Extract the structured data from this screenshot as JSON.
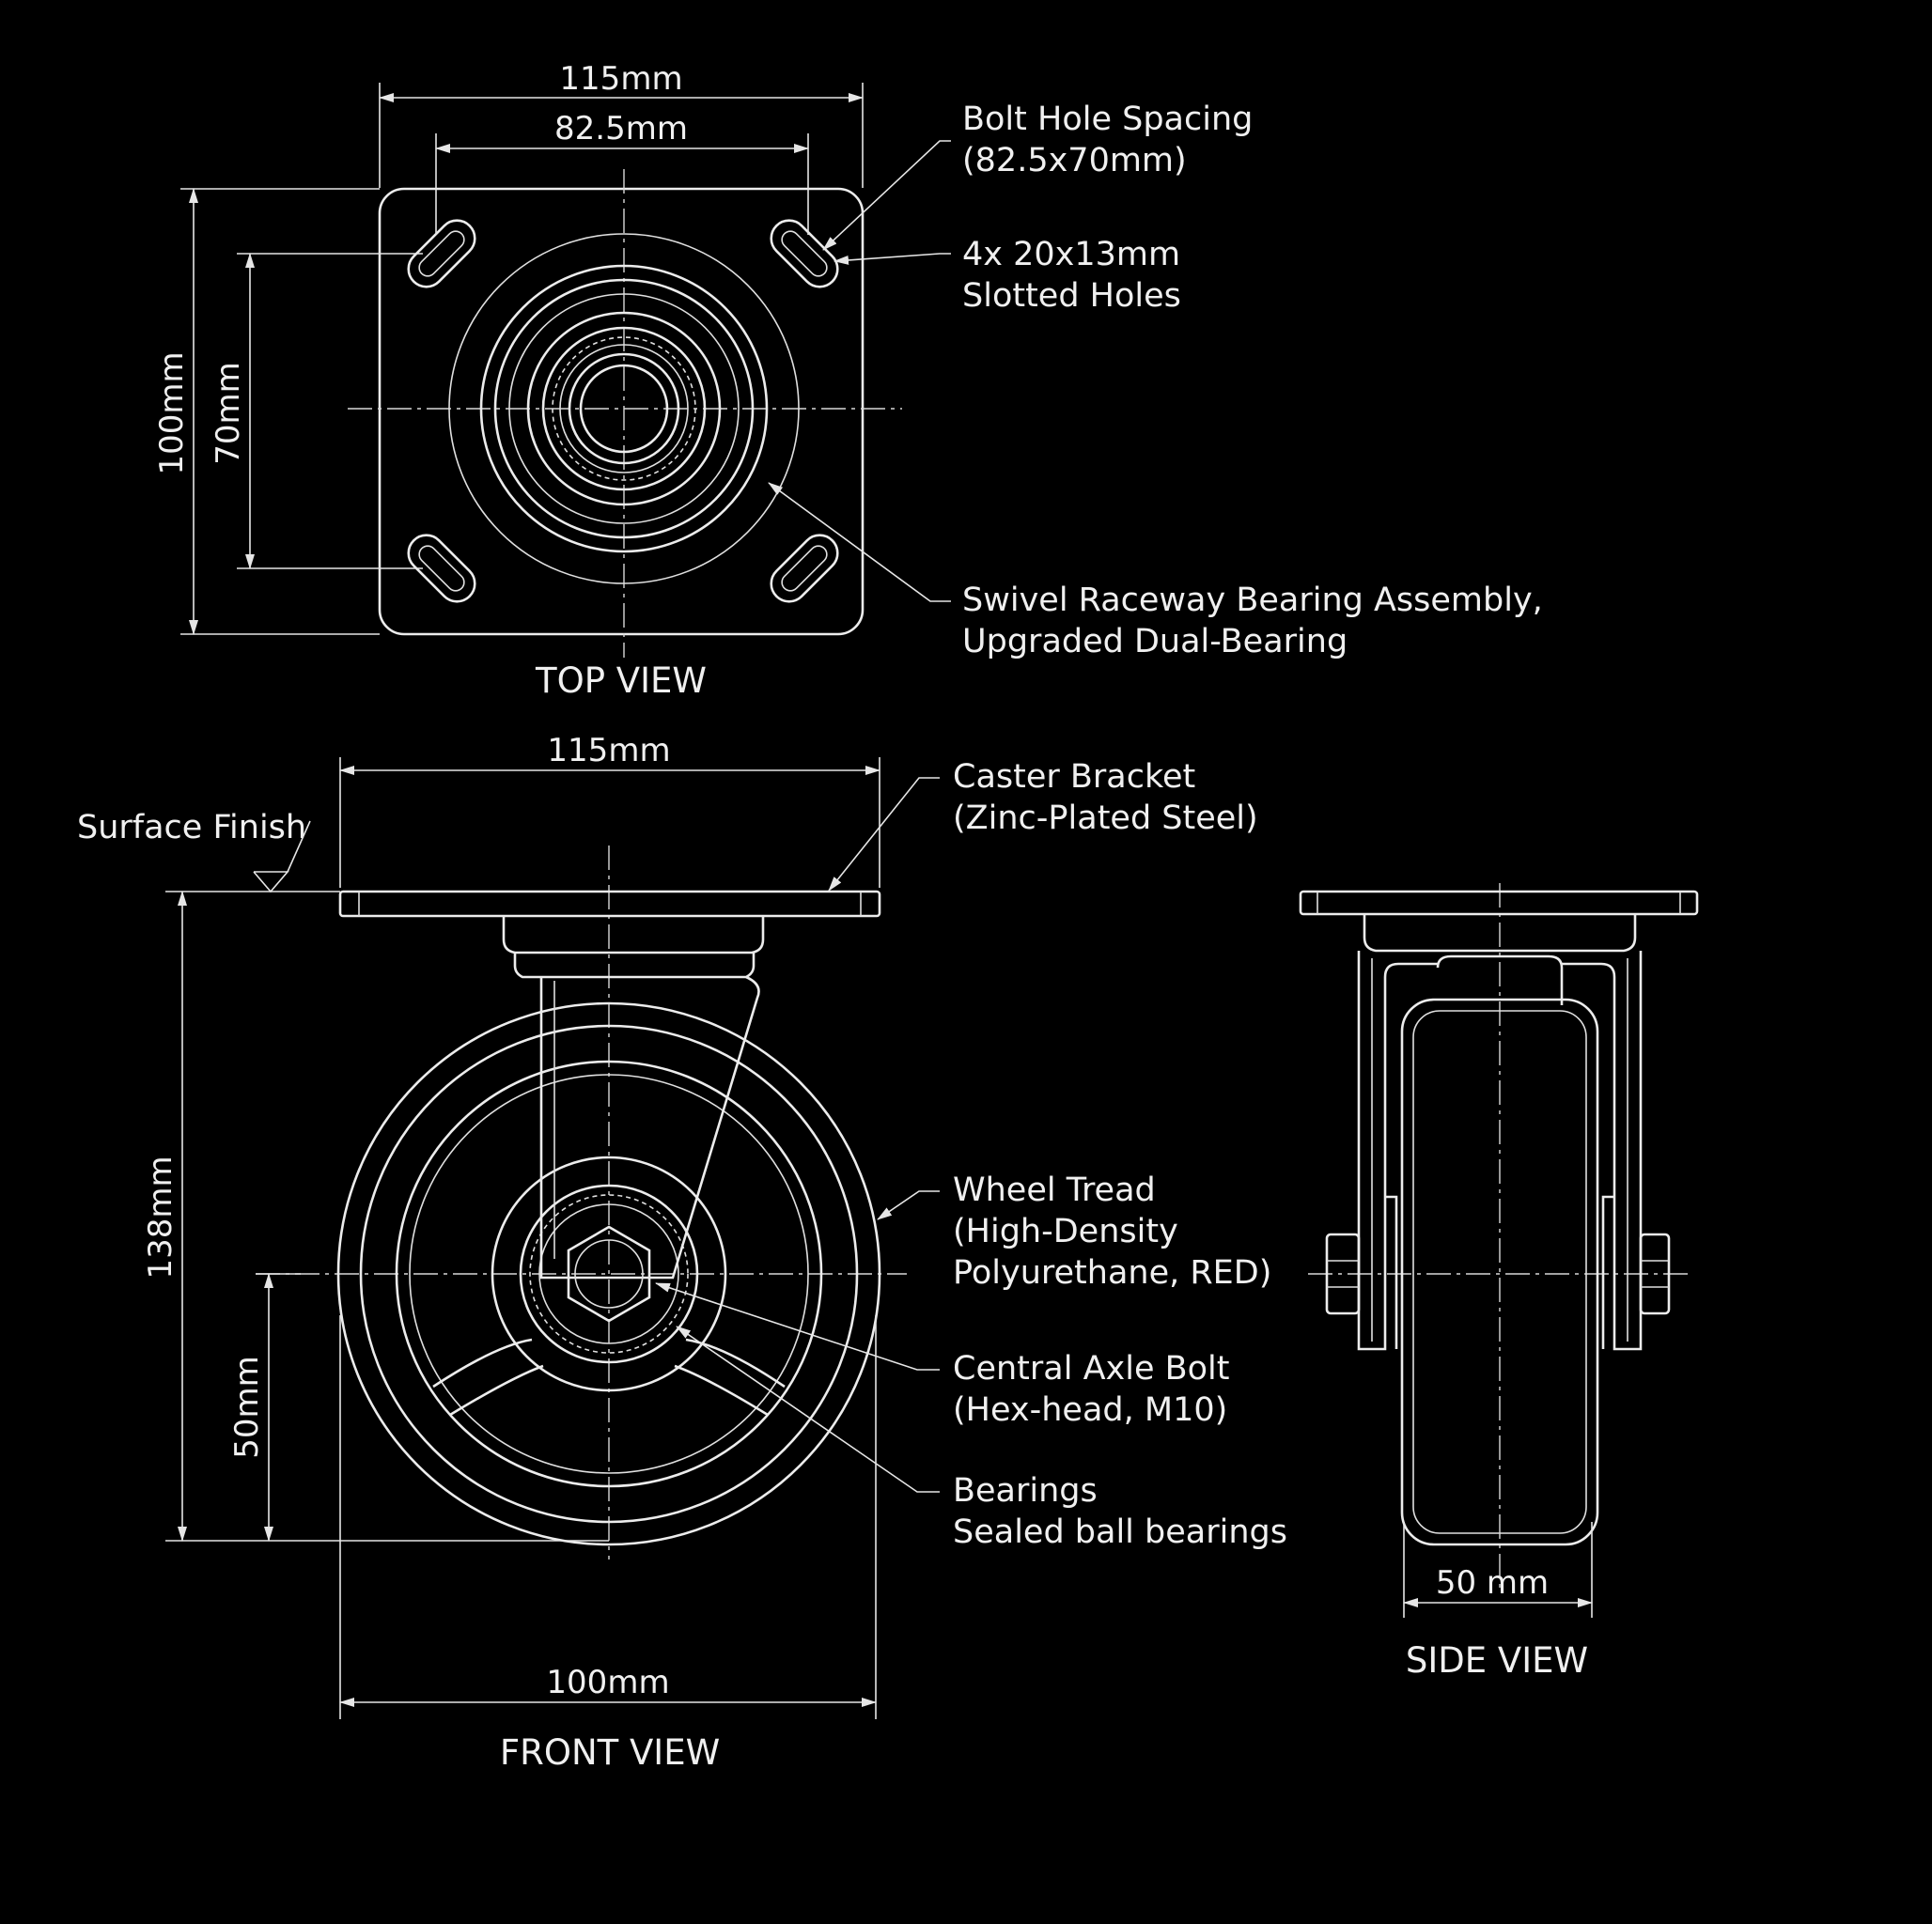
{
  "top_view": {
    "title": "TOP VIEW",
    "dim_width": "115mm",
    "dim_hole_x": "82.5mm",
    "dim_height": "100mm",
    "dim_hole_y": "70mm",
    "callout_bolt_spacing": [
      "Bolt Hole Spacing",
      "(82.5x70mm)"
    ],
    "callout_slots": [
      "4x 20x13mm",
      "Slotted Holes"
    ],
    "callout_swivel": [
      "Swivel Raceway Bearing Assembly,",
      "Upgraded Dual-Bearing"
    ]
  },
  "front_view": {
    "title": "FRONT VIEW",
    "dim_plate_width": "115mm",
    "dim_height": "138mm",
    "dim_axle": "50mm",
    "dim_wheel_dia": "100mm",
    "surface_finish": "Surface Finish",
    "callout_bracket": [
      "Caster Bracket",
      "(Zinc-Plated Steel)"
    ],
    "callout_tread": [
      "Wheel Tread",
      "(High-Density",
      "Polyurethane, RED)"
    ],
    "callout_axle": [
      "Central Axle Bolt",
      "(Hex-head, M10)"
    ],
    "callout_bearings": [
      "Bearings",
      "Sealed ball bearings"
    ]
  },
  "side_view": {
    "title": "SIDE VIEW",
    "dim_wheel_width": "50 mm"
  },
  "colors": {
    "background": "#000000",
    "linework": "#ececec"
  }
}
